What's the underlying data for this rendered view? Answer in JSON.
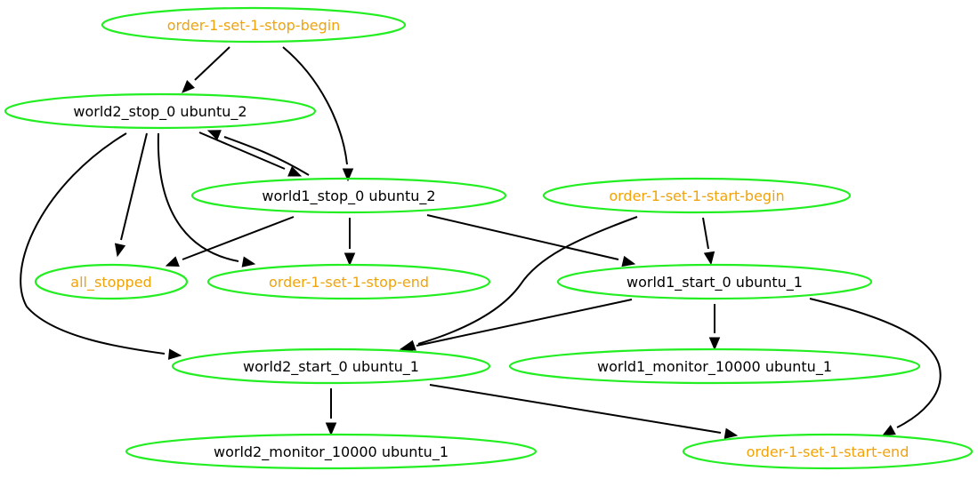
{
  "colors": {
    "node_border": "#22ee22",
    "text_default": "#000000",
    "text_marker": "#f0a30a",
    "edge": "#000000",
    "background": "#ffffff"
  },
  "nodes": [
    {
      "id": "n1",
      "label": "order-1-set-1-stop-begin",
      "kind": "marker"
    },
    {
      "id": "n2",
      "label": "world2_stop_0 ubuntu_2",
      "kind": "action"
    },
    {
      "id": "n3",
      "label": "world1_stop_0 ubuntu_2",
      "kind": "action"
    },
    {
      "id": "n4",
      "label": "order-1-set-1-start-begin",
      "kind": "marker"
    },
    {
      "id": "n5",
      "label": "all_stopped",
      "kind": "marker"
    },
    {
      "id": "n6",
      "label": "order-1-set-1-stop-end",
      "kind": "marker"
    },
    {
      "id": "n7",
      "label": "world1_start_0 ubuntu_1",
      "kind": "action"
    },
    {
      "id": "n8",
      "label": "world2_start_0 ubuntu_1",
      "kind": "action"
    },
    {
      "id": "n9",
      "label": "world1_monitor_10000 ubuntu_1",
      "kind": "action"
    },
    {
      "id": "n10",
      "label": "world2_monitor_10000 ubuntu_1",
      "kind": "action"
    },
    {
      "id": "n11",
      "label": "order-1-set-1-start-end",
      "kind": "marker"
    }
  ],
  "edges": [
    {
      "from": "n1",
      "to": "n2"
    },
    {
      "from": "n1",
      "to": "n3"
    },
    {
      "from": "n2",
      "to": "n3"
    },
    {
      "from": "n3",
      "to": "n2"
    },
    {
      "from": "n2",
      "to": "n5"
    },
    {
      "from": "n2",
      "to": "n6"
    },
    {
      "from": "n2",
      "to": "n8"
    },
    {
      "from": "n3",
      "to": "n5"
    },
    {
      "from": "n3",
      "to": "n6"
    },
    {
      "from": "n3",
      "to": "n7"
    },
    {
      "from": "n4",
      "to": "n7"
    },
    {
      "from": "n4",
      "to": "n8"
    },
    {
      "from": "n7",
      "to": "n8"
    },
    {
      "from": "n7",
      "to": "n9"
    },
    {
      "from": "n7",
      "to": "n11"
    },
    {
      "from": "n8",
      "to": "n10"
    },
    {
      "from": "n8",
      "to": "n11"
    }
  ]
}
